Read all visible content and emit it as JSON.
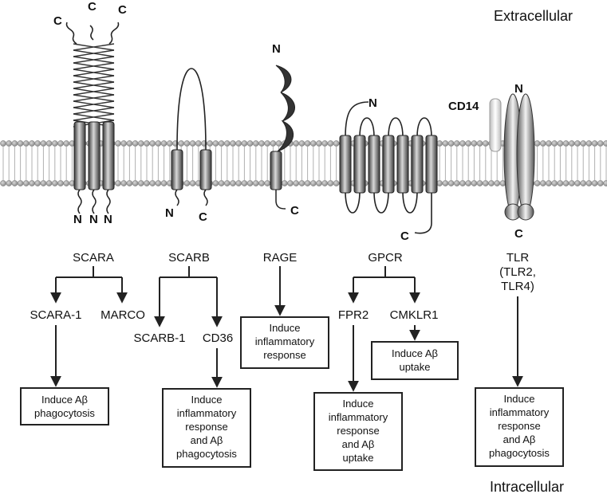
{
  "regions": {
    "top": "Extracellular",
    "bottom": "Intracellular"
  },
  "terminals": {
    "c": "C",
    "n": "N"
  },
  "receptors": {
    "scara": {
      "name": "SCARA",
      "children": [
        "SCARA-1",
        "MARCO"
      ],
      "outcome": [
        "Induce Aβ",
        "phagocytosis"
      ]
    },
    "scarb": {
      "name": "SCARB",
      "children": [
        "SCARB-1",
        "CD36"
      ],
      "outcome": [
        "Induce",
        "inflammatory",
        "response",
        "and Aβ",
        "phagocytosis"
      ]
    },
    "rage": {
      "name": "RAGE",
      "outcome": [
        "Induce",
        "inflammatory",
        "response"
      ]
    },
    "gpcr": {
      "name": "GPCR",
      "children": [
        "FPR2",
        "CMKLR1"
      ],
      "outcome_fpr2": [
        "Induce",
        "inflammatory",
        "response",
        "and Aβ",
        "uptake"
      ],
      "outcome_cmklr1": [
        "Induce Aβ",
        "uptake"
      ]
    },
    "tlr": {
      "name": [
        "TLR",
        "(TLR2,",
        "TLR4)"
      ],
      "coreceptor": "CD14",
      "outcome": [
        "Induce",
        "inflammatory",
        "response",
        "and Aβ",
        "phagocytosis"
      ]
    }
  },
  "colors": {
    "membrane_head": "#9a9a9a",
    "protein": "#555555",
    "line": "#222222"
  }
}
